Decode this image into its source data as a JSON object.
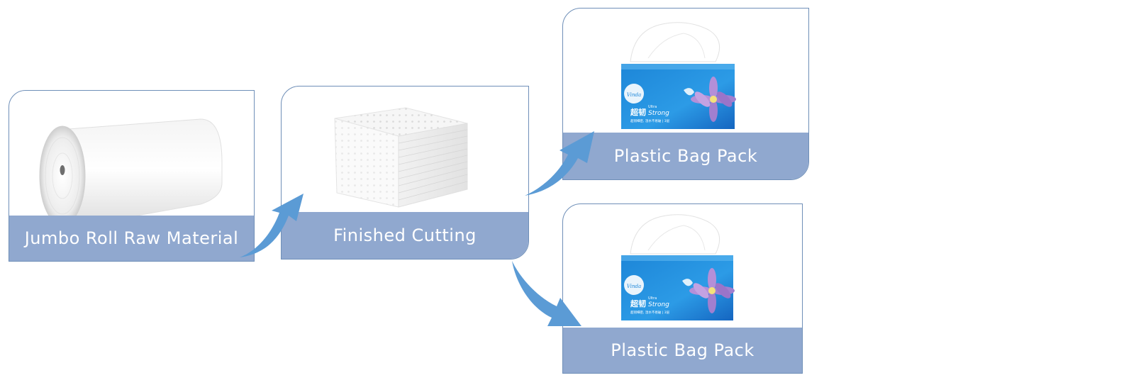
{
  "steps": {
    "jumbo": {
      "label": "Jumbo Roll Raw Material",
      "image": "jumbo-roll-image"
    },
    "cutting": {
      "label": "Finished Cutting",
      "image": "cut-tissue-block-image"
    },
    "bag_top": {
      "label": "Plastic Bag Pack",
      "image": "tissue-pack-image"
    },
    "bag_bottom": {
      "label": "Plastic Bag Pack",
      "image": "tissue-pack-image"
    }
  },
  "pack": {
    "brand": "Vinda",
    "product": "超韧",
    "product_sub": "Strong",
    "product_tag": "Ultra",
    "tagline": "超韧细密, 湿水不易破 | 3层"
  },
  "colors": {
    "label_band": "#90a8cf",
    "card_border": "#6f8fb8",
    "arrow": "#5b9bd5",
    "pack_blue": "#1d86d8"
  }
}
